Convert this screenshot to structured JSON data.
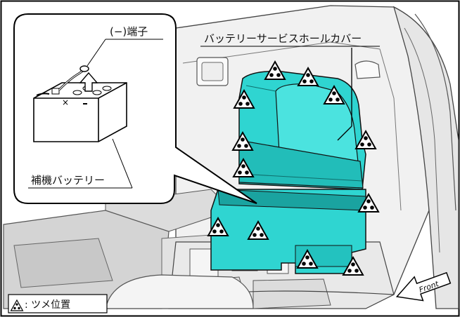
{
  "labels": {
    "terminal": "(−)端子",
    "cover": "バッテリーサービスホールカバー",
    "battery": "補機バッテリー",
    "legend_text": ": ツメ位置",
    "front": "Front"
  },
  "colors": {
    "cover_fill": "#2fd5d1",
    "cover_dark": "#1aa3a0",
    "frame": "#000000"
  },
  "icons": {
    "claw_marker": "triangle-dots-icon",
    "front_arrow": "front-arrow-icon",
    "lift_arrow": "up-arrow-icon"
  }
}
